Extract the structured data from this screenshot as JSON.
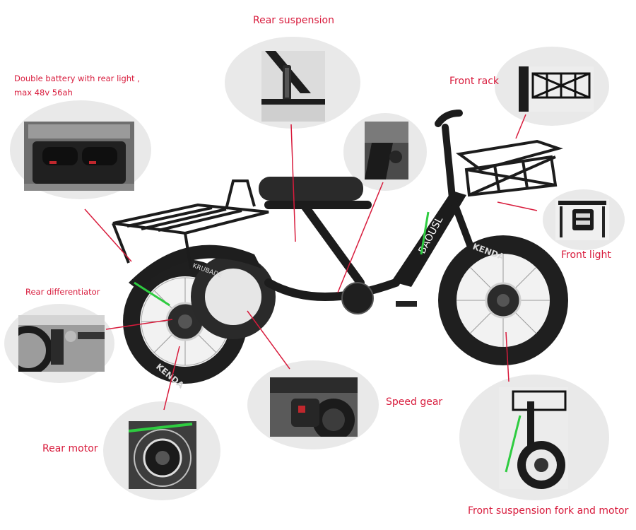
{
  "callouts": {
    "rear_suspension": "Rear suspension",
    "double_battery_line1": "Double battery with rear light ,",
    "double_battery_line2": "max 48v 56ah",
    "front_rack": "Front rack",
    "front_light": "Front light",
    "rear_differentiator": "Rear differentiator",
    "speed_gear": "Speed gear",
    "rear_motor": "Rear motor",
    "front_suspension": "Front suspension fork and motor"
  },
  "colors": {
    "label": "#d81b3c",
    "bubble": "#e9e9e9",
    "frame": "#222222",
    "accent_green": "#2ecc40",
    "leader_line": "#d81b3c"
  },
  "brand_marks": [
    "KENDA",
    "KRUBADE",
    "BAOUSL"
  ]
}
